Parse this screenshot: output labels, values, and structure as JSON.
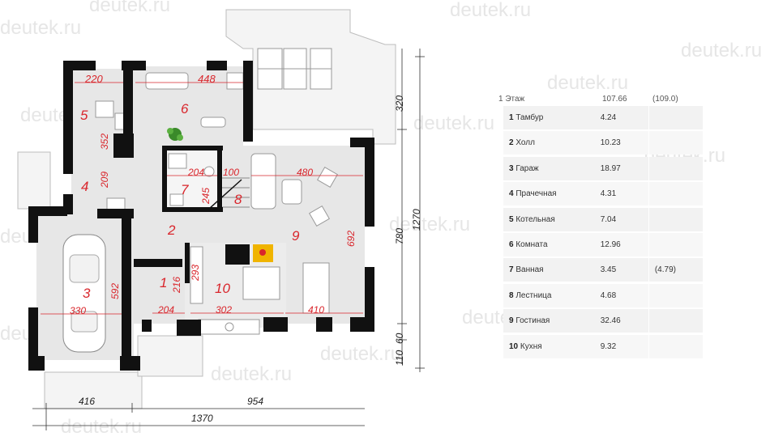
{
  "watermark": "deutek.ru",
  "rooms": [
    {
      "n": "1"
    },
    {
      "n": "2"
    },
    {
      "n": "3"
    },
    {
      "n": "4"
    },
    {
      "n": "5"
    },
    {
      "n": "6"
    },
    {
      "n": "7"
    },
    {
      "n": "8"
    },
    {
      "n": "9"
    },
    {
      "n": "10"
    }
  ],
  "dims": {
    "d220": "220",
    "d448": "448",
    "d352": "352",
    "d209": "209",
    "d204a": "204",
    "d100": "100",
    "d480": "480",
    "d245": "245",
    "d692": "692",
    "d293": "293",
    "d216": "216",
    "d204b": "204",
    "d302": "302",
    "d410": "410",
    "d592": "592",
    "d330": "330",
    "v320": "320",
    "v780": "780",
    "v1270": "1270",
    "v60": "60",
    "v110": "110",
    "h416": "416",
    "h954": "954",
    "h1370": "1370"
  },
  "table": {
    "header": {
      "name": "1 Этаж",
      "area": "107.66",
      "extra": "(109.0)"
    },
    "rows": [
      {
        "num": "1",
        "name": "Тамбур",
        "area": "4.24",
        "extra": ""
      },
      {
        "num": "2",
        "name": "Холл",
        "area": "10.23",
        "extra": ""
      },
      {
        "num": "3",
        "name": "Гараж",
        "area": "18.97",
        "extra": ""
      },
      {
        "num": "4",
        "name": "Прачечная",
        "area": "4.31",
        "extra": ""
      },
      {
        "num": "5",
        "name": "Котельная",
        "area": "7.04",
        "extra": ""
      },
      {
        "num": "6",
        "name": "Комната",
        "area": "12.96",
        "extra": ""
      },
      {
        "num": "7",
        "name": "Ванная",
        "area": "3.45",
        "extra": "(4.79)"
      },
      {
        "num": "8",
        "name": "Лестница",
        "area": "4.68",
        "extra": ""
      },
      {
        "num": "9",
        "name": "Гостиная",
        "area": "32.46",
        "extra": ""
      },
      {
        "num": "10",
        "name": "Кухня",
        "area": "9.32",
        "extra": ""
      }
    ]
  },
  "colors": {
    "wall": "#111111",
    "room_fill": "#e7e7e7",
    "label": "#d9262c",
    "accent": "#f0b400"
  }
}
